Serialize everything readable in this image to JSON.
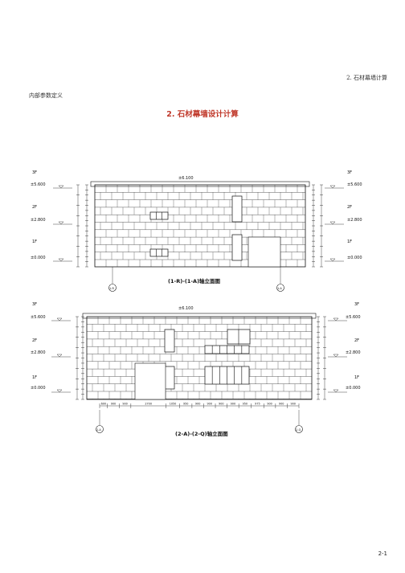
{
  "header": {
    "section": "2. 石材幕墙计算",
    "subheading": "内部参数定义"
  },
  "title": "2. 石材幕墙设计计算",
  "page_number": "2-1",
  "elevation1": {
    "caption": "(1-R)-(1-A)轴立面图",
    "roof_level": "±6.100",
    "floors_left": [
      "3F",
      "2F",
      "1F"
    ],
    "floors_right": [
      "3F",
      "2F",
      "1F"
    ],
    "levels_left": [
      "±5.600",
      "±2.800",
      "±0.000"
    ],
    "levels_right": [
      "±5.600",
      "±2.800",
      "±0.000"
    ],
    "grid_left": "1-R",
    "grid_right": "1-A"
  },
  "elevation2": {
    "caption": "(2-A)-(2-Q)轴立面图",
    "roof_level": "±6.100",
    "floors_left": [
      "3F",
      "2F",
      "1F"
    ],
    "floors_right": [
      "3F",
      "2F",
      "1F"
    ],
    "levels_left": [
      "±5.600",
      "±2.800",
      "±0.000"
    ],
    "levels_right": [
      "±5.600",
      "±2.800",
      "±0.000"
    ],
    "grid_left": "2-A",
    "grid_right": "2-Q",
    "bottom_dims": [
      "600",
      "900",
      "900",
      "2700",
      "1050",
      "950",
      "900",
      "900",
      "900",
      "900",
      "950",
      "975",
      "900",
      "900",
      "900"
    ]
  }
}
